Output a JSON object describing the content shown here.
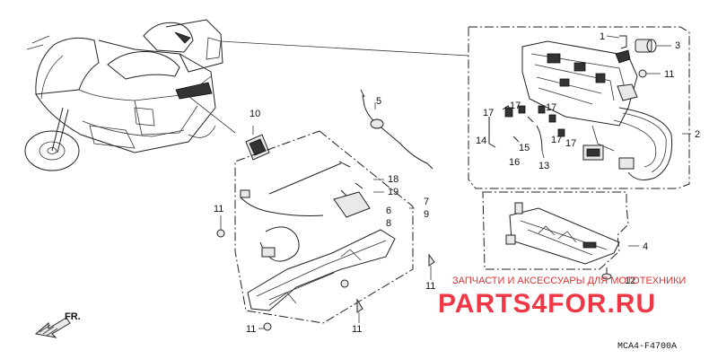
{
  "diagram": {
    "part_numbers": {
      "p1": "1",
      "p2": "2",
      "p3": "3",
      "p4": "4",
      "p5": "5",
      "p6": "6",
      "p7": "7",
      "p8": "8",
      "p9": "9",
      "p10": "10",
      "p11a": "11",
      "p11b": "11",
      "p11c": "11",
      "p11d": "11",
      "p11e": "11",
      "p12": "12",
      "p13": "13",
      "p14": "14",
      "p15": "15",
      "p16": "16",
      "p17a": "17",
      "p17b": "17",
      "p17c": "17",
      "p17d": "17",
      "p17e": "17",
      "p18": "18",
      "p19": "19"
    },
    "front_arrow": "FR.",
    "watermark_text": "ЗАПЧАСТИ И АКСЕССУАРЫ ДЛЯ МОТОТЕХНИКИ",
    "watermark_logo": "PARTS4FOR.RU",
    "diagram_code": "MCA4-F4700A"
  }
}
